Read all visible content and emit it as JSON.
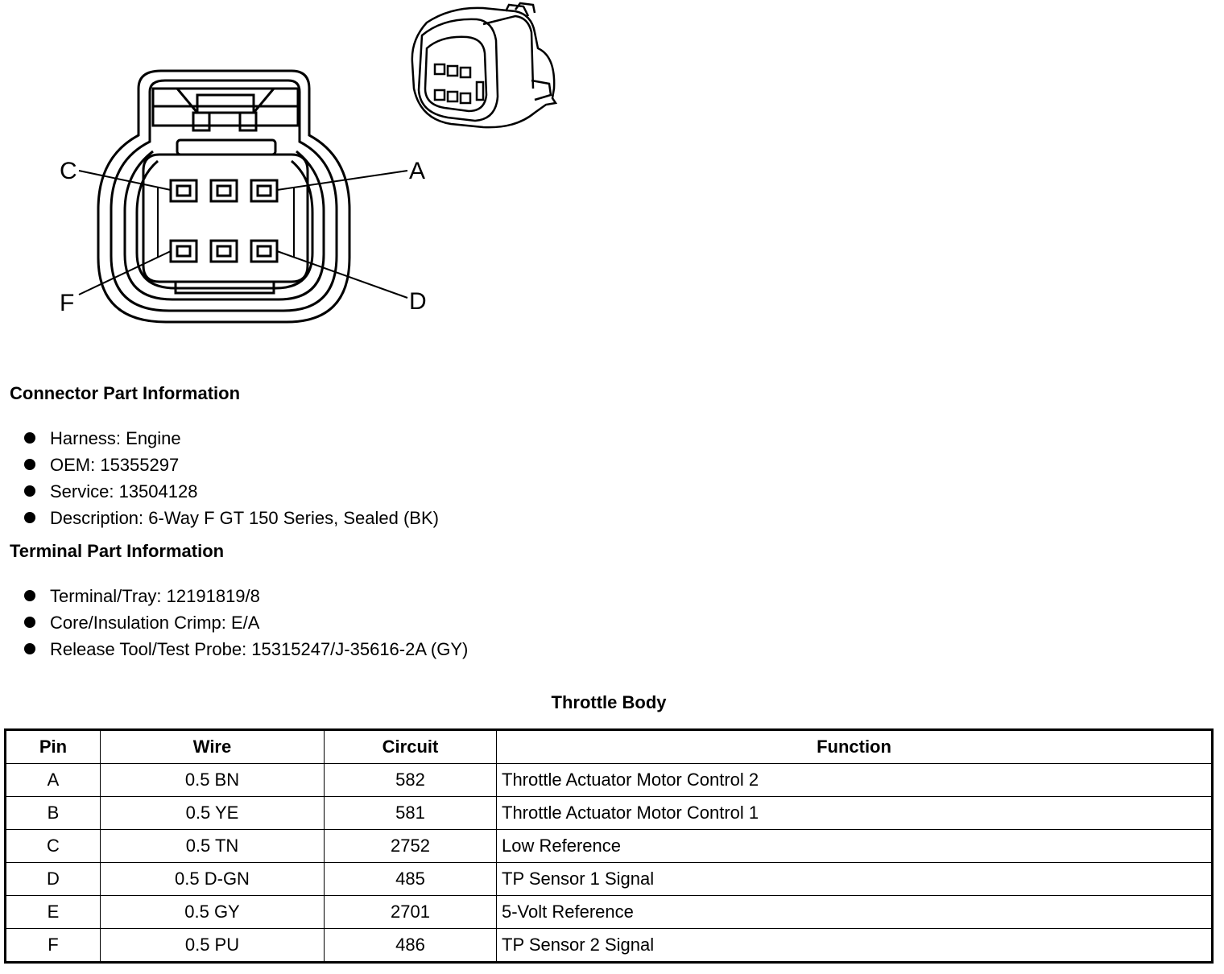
{
  "diagram": {
    "pin_labels": {
      "c": "C",
      "a": "A",
      "f": "F",
      "d": "D"
    }
  },
  "connector_info": {
    "title": "Connector Part Information",
    "items": [
      "Harness: Engine",
      "OEM: 15355297",
      "Service: 13504128",
      "Description: 6-Way F GT 150 Series, Sealed (BK)"
    ]
  },
  "terminal_info": {
    "title": "Terminal Part Information",
    "items": [
      "Terminal/Tray: 12191819/8",
      "Core/Insulation Crimp: E/A",
      "Release Tool/Test Probe: 15315247/J-35616-2A (GY)"
    ]
  },
  "table": {
    "title": "Throttle Body",
    "headers": [
      "Pin",
      "Wire",
      "Circuit",
      "Function"
    ],
    "rows": [
      [
        "A",
        "0.5 BN",
        "582",
        "Throttle Actuator Motor Control 2"
      ],
      [
        "B",
        "0.5 YE",
        "581",
        "Throttle Actuator Motor Control 1"
      ],
      [
        "C",
        "0.5 TN",
        "2752",
        "Low Reference"
      ],
      [
        "D",
        "0.5 D-GN",
        "485",
        "TP Sensor 1 Signal"
      ],
      [
        "E",
        "0.5 GY",
        "2701",
        "5-Volt Reference"
      ],
      [
        "F",
        "0.5 PU",
        "486",
        "TP Sensor 2 Signal"
      ]
    ]
  }
}
